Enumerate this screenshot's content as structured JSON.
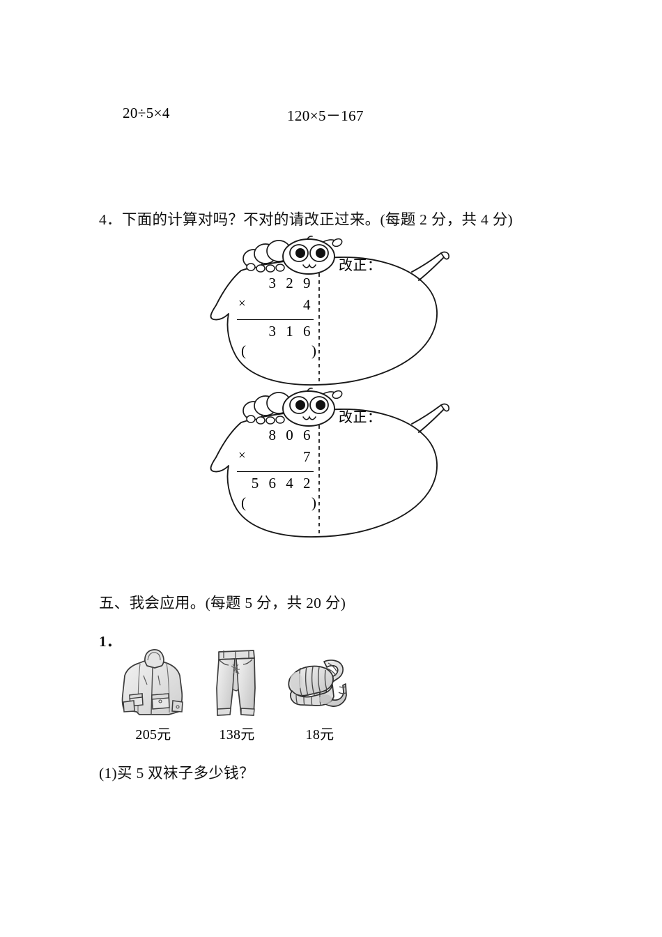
{
  "document": {
    "language": "zh-CN",
    "kind": "math-worksheet-page",
    "background_color": "#ffffff",
    "ink_color": "#000000"
  },
  "expressions": {
    "items": [
      {
        "text": "20÷5×4"
      },
      {
        "text": "120×5－167"
      }
    ]
  },
  "question4": {
    "prompt": "4．下面的计算对吗？不对的请改正过来。(每题 2 分，共 4 分)",
    "correct_label": "改正：",
    "problems": [
      {
        "multiplicand": "3 2 9",
        "operator": "×",
        "multiplier": "4",
        "product": "3 1 6",
        "paren_left": "(",
        "paren_right": ")"
      },
      {
        "multiplicand": "8 0 6",
        "operator": "×",
        "multiplier": "7",
        "product": "5 6 4 2",
        "paren_left": "(",
        "paren_right": ")"
      }
    ]
  },
  "section5": {
    "heading": "五、我会应用。(每题 5 分，共 20 分)",
    "item_number": "1．",
    "goods": [
      {
        "name": "jacket",
        "price": "205元"
      },
      {
        "name": "pants",
        "price": "138元"
      },
      {
        "name": "socks",
        "price": "18元"
      }
    ],
    "sub_questions": [
      {
        "text": "(1)买 5 双袜子多少钱？"
      }
    ]
  }
}
